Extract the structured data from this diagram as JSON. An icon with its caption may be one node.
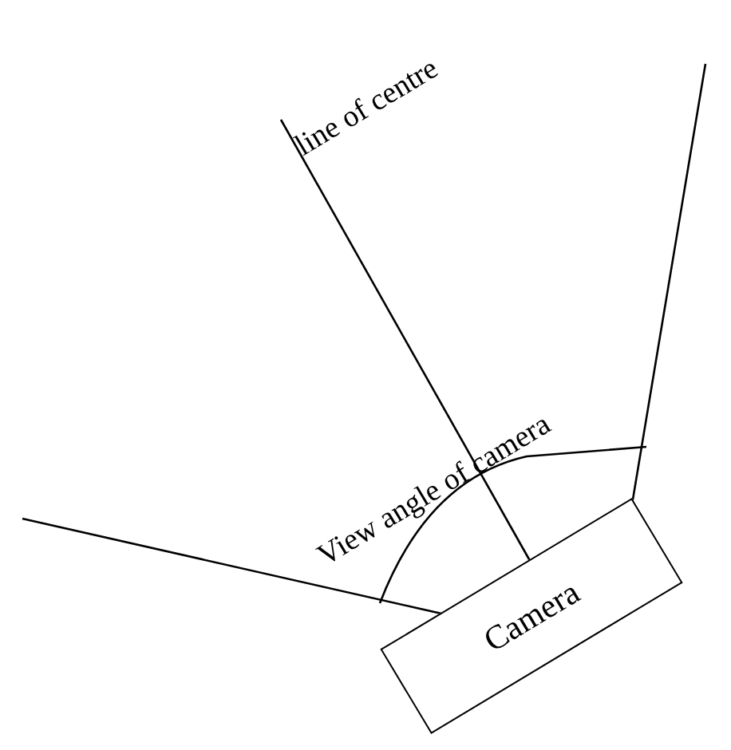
{
  "diagram": {
    "nodes": [
      {
        "text": [
          "Camera"
        ]
      }
    ],
    "labels": [
      "line of centre",
      "View angle of camera"
    ]
  }
}
